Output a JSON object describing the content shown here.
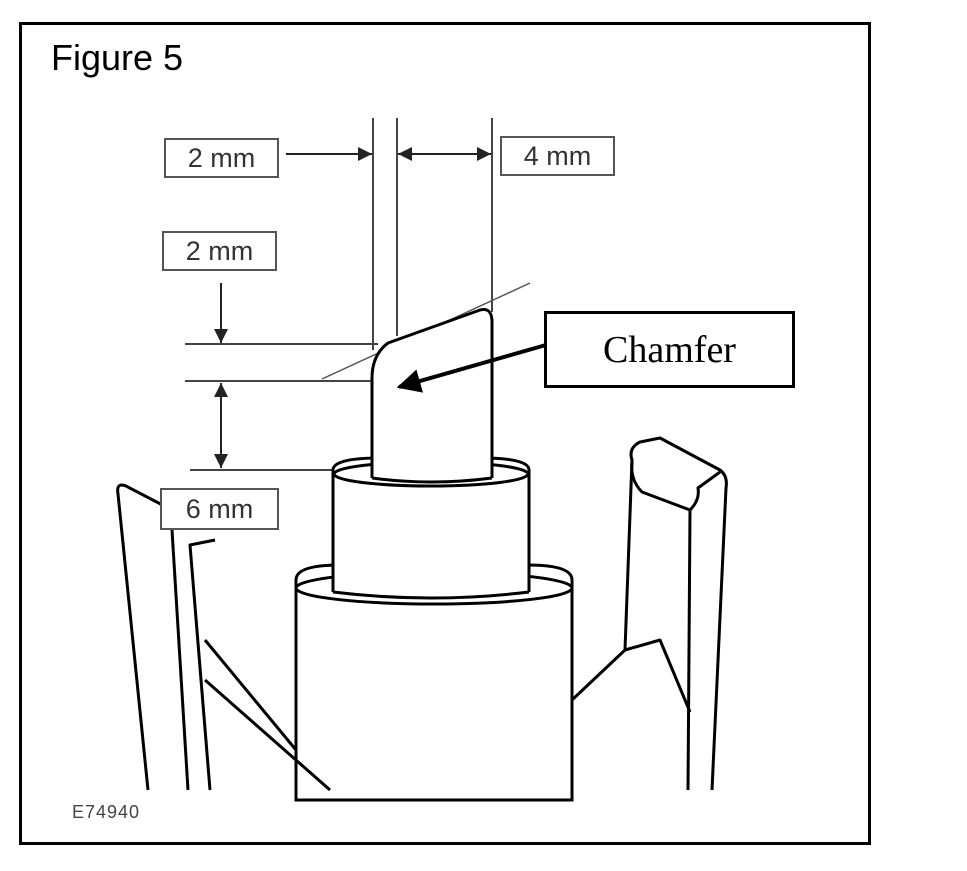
{
  "figure": {
    "title": "Figure 5",
    "image_code": "E74940"
  },
  "dimensions": {
    "top_left_label": "2 mm",
    "top_right_label": "4 mm",
    "chamfer_height_label": "2 mm",
    "pin_height_label": "6 mm"
  },
  "callout": {
    "label": "Chamfer"
  },
  "colors": {
    "line": "#000000",
    "dim_line": "#555555",
    "background": "#ffffff"
  }
}
